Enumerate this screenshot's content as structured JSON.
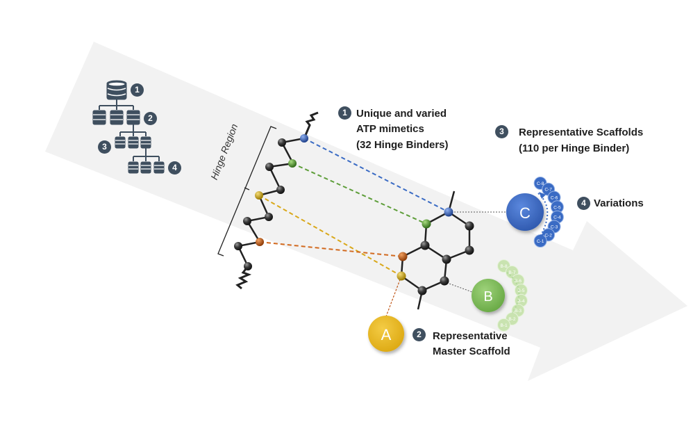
{
  "numbers": {
    "one": "1",
    "two": "2",
    "three": "3",
    "four": "4"
  },
  "labels": {
    "hinge_binders_line1": "Unique and varied",
    "hinge_binders_line2": "ATP mimetics",
    "hinge_binders_line3": "(32 Hinge Binders)",
    "scaffolds_line1": "Representative Scaffolds",
    "scaffolds_line2": "(110 per Hinge Binder)",
    "variations": "Variations",
    "master_line1": "Representative",
    "master_line2": "Master Scaffold",
    "hinge_region": "Hinge Region"
  },
  "circles": {
    "a": "A",
    "b": "B",
    "c": "C"
  },
  "c_variations": [
    "C-8",
    "C-7",
    "C-6",
    "C-5",
    "C-4",
    "C-3",
    "C-2",
    "C-1"
  ],
  "b_variations": [
    "B-8",
    "B-7",
    "B-6",
    "B-5",
    "B-4",
    "B-3",
    "B-2",
    "B-1"
  ],
  "colors": {
    "arrow": "#f2f2f2",
    "database": "#3f4f5f",
    "blue": "#3a6bc4",
    "green": "#5e9e3a",
    "yellow": "#e9b825",
    "orange": "#d2691e",
    "light_green": "#c9e3b0"
  }
}
